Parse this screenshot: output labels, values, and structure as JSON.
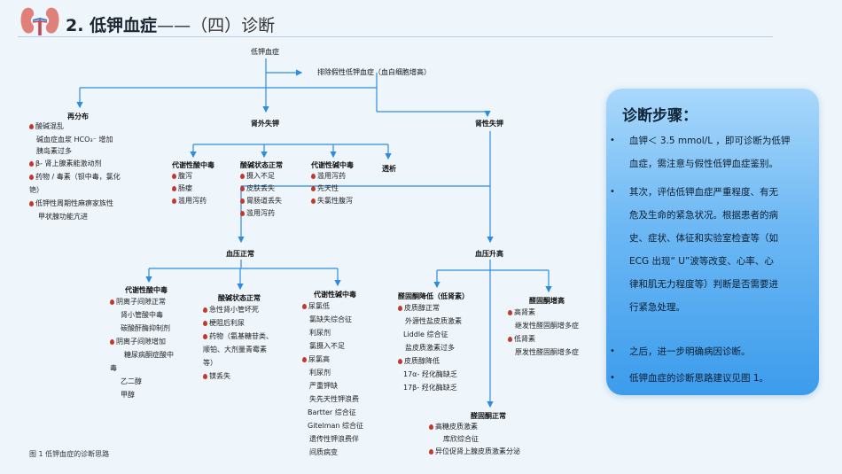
{
  "header": {
    "title_main": "2. 低钾血症",
    "title_rest": "——（四）诊断",
    "logo_icon": "kidney-icon"
  },
  "diagram": {
    "root": "低钾血症",
    "exclude": "排除假性低钾血症（血白细胞增高）",
    "redistribution": {
      "title": "再分布",
      "items": [
        {
          "text": "酸碱混乱",
          "mark": true
        },
        {
          "text": "碱血症血浆 HCO₃⁻ 增加",
          "mark": false
        },
        {
          "text": "胰岛素过多",
          "mark": false
        },
        {
          "text": "β- 肾上腺素能激动剂",
          "mark": true
        },
        {
          "text": "药物 / 毒素（钡中毒，氯化",
          "mark": true
        },
        {
          "text": "铯）",
          "mark": false
        },
        {
          "text": "低钾性周期性麻痹家族性",
          "mark": true
        },
        {
          "text": "甲状腺功能亢进",
          "mark": false
        }
      ]
    },
    "extrarenal": {
      "title": "肾外失钾",
      "groups": [
        {
          "title": "代谢性酸中毒",
          "items": [
            {
              "text": "腹泻",
              "mark": true
            },
            {
              "text": "肠瘘",
              "mark": true
            },
            {
              "text": "滥用泻药",
              "mark": true
            }
          ]
        },
        {
          "title": "酸碱状态正常",
          "items": [
            {
              "text": "摄入不足",
              "mark": true
            },
            {
              "text": "皮肤丢失",
              "mark": true
            },
            {
              "text": "胃肠道丢失",
              "mark": true
            },
            {
              "text": "滥用泻药",
              "mark": true
            }
          ]
        },
        {
          "title": "代谢性碱中毒",
          "items": [
            {
              "text": "滥用泻药",
              "mark": true
            },
            {
              "text": "先天性",
              "mark": true
            },
            {
              "text": "失氯性腹泻",
              "mark": true
            }
          ]
        },
        {
          "title": "透析",
          "items": []
        }
      ]
    },
    "renal": {
      "title": "肾性失钾"
    },
    "bp_normal": {
      "title": "血压正常",
      "groups": [
        {
          "title": "代谢性酸中毒",
          "items": [
            {
              "text": "阴离子间隙正常",
              "mark": true
            },
            {
              "text": "肾小管酸中毒",
              "mark": false
            },
            {
              "text": "碳酸酐酶抑制剂",
              "mark": false
            },
            {
              "text": "阴离子间隙增加",
              "mark": true
            },
            {
              "text": "糖尿病酮症酸中",
              "mark": false
            },
            {
              "text": "毒",
              "mark": false
            },
            {
              "text": "乙二醇",
              "mark": false
            },
            {
              "text": "甲醇",
              "mark": false
            }
          ]
        },
        {
          "title": "酸碱状态正常",
          "items": [
            {
              "text": "急性肾小管坏死",
              "mark": true
            },
            {
              "text": "梗阻后利尿",
              "mark": true
            },
            {
              "text": "药物（氨基糖苷类、",
              "mark": true
            },
            {
              "text": "顺铂、大剂量青霉素",
              "mark": false
            },
            {
              "text": "等）",
              "mark": false
            },
            {
              "text": "镁丢失",
              "mark": true
            }
          ]
        },
        {
          "title": "代谢性碱中毒",
          "items": [
            {
              "text": "尿氯低",
              "mark": true
            },
            {
              "text": "氯缺失综合征",
              "mark": false
            },
            {
              "text": "利尿剂",
              "mark": false
            },
            {
              "text": "氯摄入不足",
              "mark": false
            },
            {
              "text": "尿氯高",
              "mark": true
            },
            {
              "text": "利尿剂",
              "mark": false
            },
            {
              "text": "严重钾缺",
              "mark": false
            },
            {
              "text": "失先天性钾浪费",
              "mark": false
            },
            {
              "text": "Bartter 综合征",
              "mark": false
            },
            {
              "text": "Gitelman 综合征",
              "mark": false
            },
            {
              "text": "遗传性钾浪费伴",
              "mark": false
            },
            {
              "text": "间质病变",
              "mark": false
            }
          ]
        }
      ]
    },
    "bp_high": {
      "title": "血压升高",
      "groups": [
        {
          "title": "醛固酮降低（低肾素）",
          "items": [
            {
              "text": "皮质醇正常",
              "mark": true
            },
            {
              "text": "外源性盐皮质激素",
              "mark": false
            },
            {
              "text": "Liddle 综合征",
              "mark": false
            },
            {
              "text": "盐皮质激素过多",
              "mark": false
            },
            {
              "text": "皮质醇降低",
              "mark": true
            },
            {
              "text": "17α- 羟化酶缺乏",
              "mark": false
            },
            {
              "text": "17β- 羟化酶缺乏",
              "mark": false
            }
          ]
        },
        {
          "title": "醛固酮增高",
          "items": [
            {
              "text": "高肾素",
              "mark": true
            },
            {
              "text": "继发性醛固酮增多症",
              "mark": false
            },
            {
              "text": "低肾素",
              "mark": true
            },
            {
              "text": "原发性醛固酮增多症",
              "mark": false
            }
          ]
        },
        {
          "title": "醛固酮正常",
          "items": [
            {
              "text": "高糖皮质激素",
              "mark": true
            },
            {
              "text": "库欣综合征",
              "mark": false
            },
            {
              "text": "异位促肾上腺皮质激素分泌",
              "mark": true
            }
          ]
        }
      ]
    },
    "caption": "图 1 低钾血症的诊断思路"
  },
  "panel": {
    "title": "诊断步骤：",
    "steps": [
      [
        "血钾＜ 3.5 mmol/L ，即可诊断为低钾",
        "血症，需注意与假性低钾血症鉴别。"
      ],
      [
        "其次，评估低钾血症严重程度、有无",
        "危及生命的紧急状况。根据患者的病",
        "史、症状、体征和实验室检查等（如",
        "ECG 出现“ U”波等改变、心率、心",
        "律和肌无力程度等）判断是否需要进",
        "行紧急处理。"
      ],
      [
        "之后，进一步明确病因诊断。"
      ],
      [
        "低钾血症的诊断思路建议见图 1。"
      ]
    ]
  },
  "colors": {
    "accent": "#2e8fe0",
    "line": "#2d8ce0",
    "drop": "#c0392b"
  }
}
